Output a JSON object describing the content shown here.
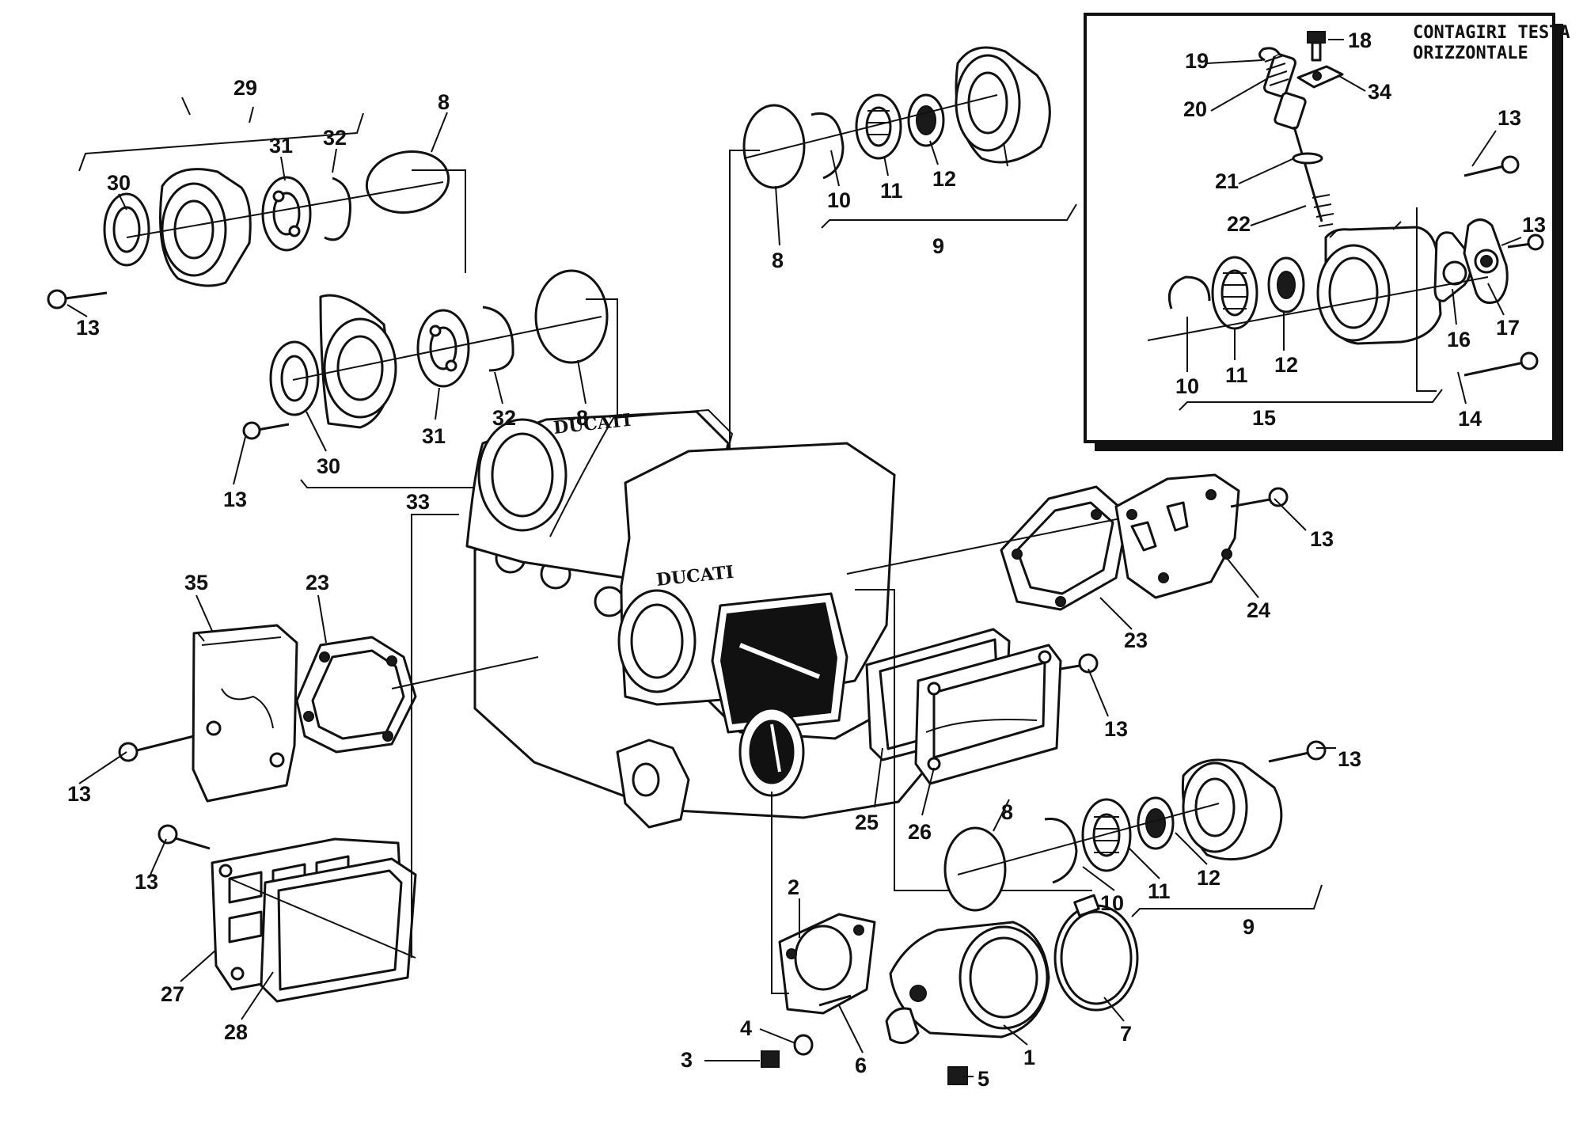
{
  "inset": {
    "title_line1": "CONTAGIRI TESTA",
    "title_line2": "ORIZZONTALE"
  },
  "casting": {
    "rear_brand": "DUCATI",
    "front_brand": "DUCATI"
  },
  "callouts": [
    {
      "id": "c29",
      "text": "29"
    },
    {
      "id": "c8a",
      "text": "8"
    },
    {
      "id": "c30a",
      "text": "30"
    },
    {
      "id": "c31a",
      "text": "31"
    },
    {
      "id": "c32a",
      "text": "32"
    },
    {
      "id": "c13a",
      "text": "13"
    },
    {
      "id": "c30b",
      "text": "30"
    },
    {
      "id": "c31b",
      "text": "31"
    },
    {
      "id": "c32b",
      "text": "32"
    },
    {
      "id": "c8b",
      "text": "8"
    },
    {
      "id": "c13b",
      "text": "13"
    },
    {
      "id": "c33",
      "text": "33"
    },
    {
      "id": "c8c",
      "text": "8"
    },
    {
      "id": "c10a",
      "text": "10"
    },
    {
      "id": "c11a",
      "text": "11"
    },
    {
      "id": "c12a",
      "text": "12"
    },
    {
      "id": "c9a",
      "text": "9"
    },
    {
      "id": "c19",
      "text": "19"
    },
    {
      "id": "c18",
      "text": "18"
    },
    {
      "id": "c20",
      "text": "20"
    },
    {
      "id": "c34",
      "text": "34"
    },
    {
      "id": "c21",
      "text": "21"
    },
    {
      "id": "c22",
      "text": "22"
    },
    {
      "id": "c13c",
      "text": "13"
    },
    {
      "id": "c13d",
      "text": "13"
    },
    {
      "id": "c10b",
      "text": "10"
    },
    {
      "id": "c11b",
      "text": "11"
    },
    {
      "id": "c12b",
      "text": "12"
    },
    {
      "id": "c16",
      "text": "16"
    },
    {
      "id": "c17",
      "text": "17"
    },
    {
      "id": "c15",
      "text": "15"
    },
    {
      "id": "c14",
      "text": "14"
    },
    {
      "id": "c35",
      "text": "35"
    },
    {
      "id": "c23a",
      "text": "23"
    },
    {
      "id": "c13e",
      "text": "13"
    },
    {
      "id": "c13f",
      "text": "13"
    },
    {
      "id": "c23b",
      "text": "23"
    },
    {
      "id": "c24",
      "text": "24"
    },
    {
      "id": "c13g",
      "text": "13"
    },
    {
      "id": "c13h",
      "text": "13"
    },
    {
      "id": "c25",
      "text": "25"
    },
    {
      "id": "c26",
      "text": "26"
    },
    {
      "id": "c8d",
      "text": "8"
    },
    {
      "id": "c10c",
      "text": "10"
    },
    {
      "id": "c11c",
      "text": "11"
    },
    {
      "id": "c12c",
      "text": "12"
    },
    {
      "id": "c9b",
      "text": "9"
    },
    {
      "id": "c13i",
      "text": "13"
    },
    {
      "id": "c27",
      "text": "27"
    },
    {
      "id": "c28",
      "text": "28"
    },
    {
      "id": "c2",
      "text": "2"
    },
    {
      "id": "c4",
      "text": "4"
    },
    {
      "id": "c3",
      "text": "3"
    },
    {
      "id": "c6",
      "text": "6"
    },
    {
      "id": "c5",
      "text": "5"
    },
    {
      "id": "c1",
      "text": "1"
    },
    {
      "id": "c7",
      "text": "7"
    }
  ]
}
